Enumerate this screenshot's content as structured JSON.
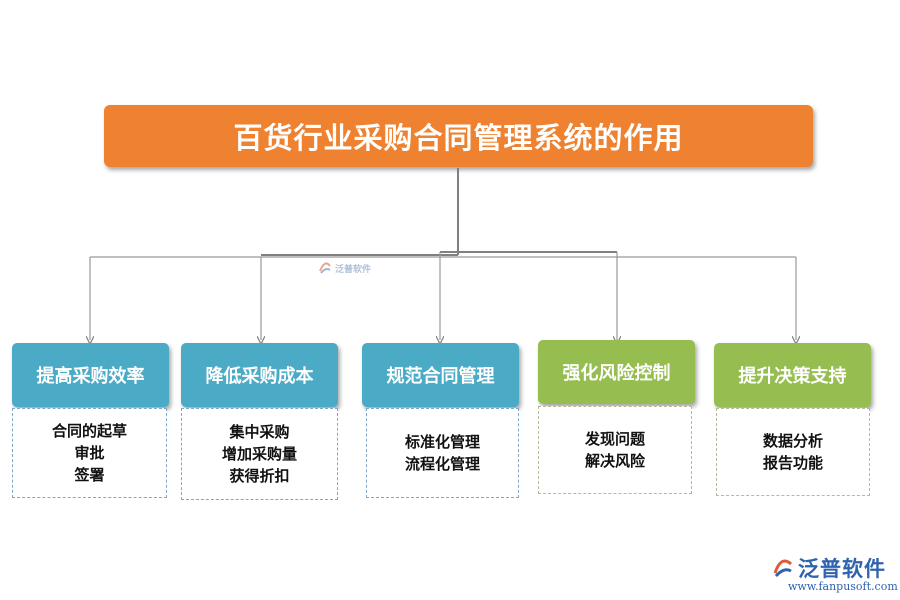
{
  "title": "百货行业采购合同管理系统的作用",
  "categories": [
    {
      "label": "提高采购效率",
      "items": [
        "合同的起草",
        "审批",
        "签署"
      ],
      "color": "#4baac6"
    },
    {
      "label": "降低采购成本",
      "items": [
        "集中采购",
        "增加采购量",
        "获得折扣"
      ],
      "color": "#4baac6"
    },
    {
      "label": "规范合同管理",
      "items": [
        "标准化管理",
        "流程化管理"
      ],
      "color": "#4baac6"
    },
    {
      "label": "强化风险控制",
      "items": [
        "发现问题",
        "解决风险"
      ],
      "color": "#96bd4f"
    },
    {
      "label": "提升决策支持",
      "items": [
        "数据分析",
        "报告功能"
      ],
      "color": "#96bd4f"
    }
  ],
  "colors": {
    "title_bg": "#ee8230",
    "connector": "#808080"
  },
  "watermark": {
    "text": "泛普软件"
  },
  "logo": {
    "text": "泛普软件",
    "url": "www.fanpusoft.com",
    "icon": "fanpu-logo-icon"
  }
}
